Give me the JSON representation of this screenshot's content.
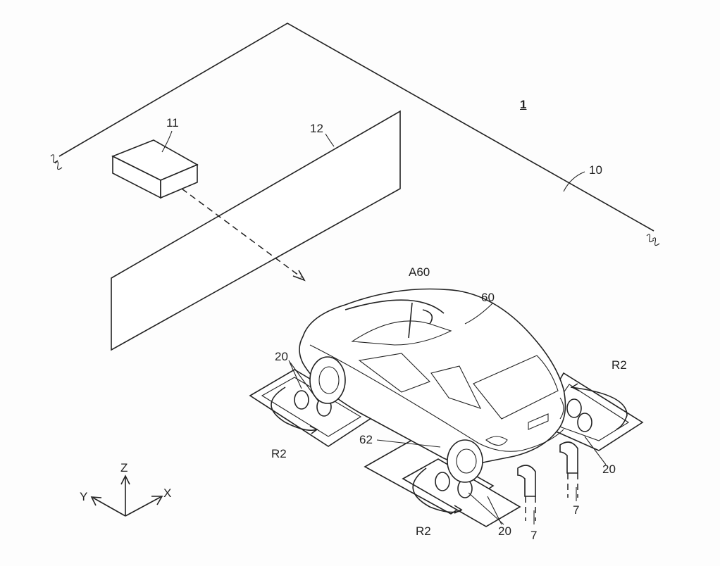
{
  "labels": {
    "system": "1",
    "floor": "10",
    "projector": "11",
    "screen": "12",
    "vehicle": "60",
    "rotation_vehicle": "A60",
    "wheel": "62",
    "roller_unit": "20",
    "roller_rotation": "R2",
    "duct": "7"
  },
  "axes": {
    "z": "Z",
    "y": "Y",
    "x": "X"
  }
}
